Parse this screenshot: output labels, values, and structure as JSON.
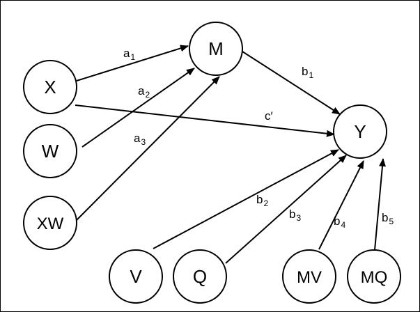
{
  "diagram": {
    "nodes": [
      {
        "id": "X",
        "label": "X"
      },
      {
        "id": "W",
        "label": "W"
      },
      {
        "id": "XW",
        "label": "XW"
      },
      {
        "id": "M",
        "label": "M"
      },
      {
        "id": "Y",
        "label": "Y"
      },
      {
        "id": "V",
        "label": "V"
      },
      {
        "id": "Q",
        "label": "Q"
      },
      {
        "id": "MV",
        "label": "MV"
      },
      {
        "id": "MQ",
        "label": "MQ"
      }
    ],
    "edges": [
      {
        "from": "X",
        "to": "M",
        "label": "a",
        "sub": "1"
      },
      {
        "from": "W",
        "to": "M",
        "label": "a",
        "sub": "2"
      },
      {
        "from": "XW",
        "to": "M",
        "label": "a",
        "sub": "3"
      },
      {
        "from": "X",
        "to": "Y",
        "label": "c′",
        "sub": ""
      },
      {
        "from": "M",
        "to": "Y",
        "label": "b",
        "sub": "1"
      },
      {
        "from": "V",
        "to": "Y",
        "label": "b",
        "sub": "2"
      },
      {
        "from": "Q",
        "to": "Y",
        "label": "b",
        "sub": "3"
      },
      {
        "from": "MV",
        "to": "Y",
        "label": "b",
        "sub": "4"
      },
      {
        "from": "MQ",
        "to": "Y",
        "label": "b",
        "sub": "5"
      }
    ]
  }
}
